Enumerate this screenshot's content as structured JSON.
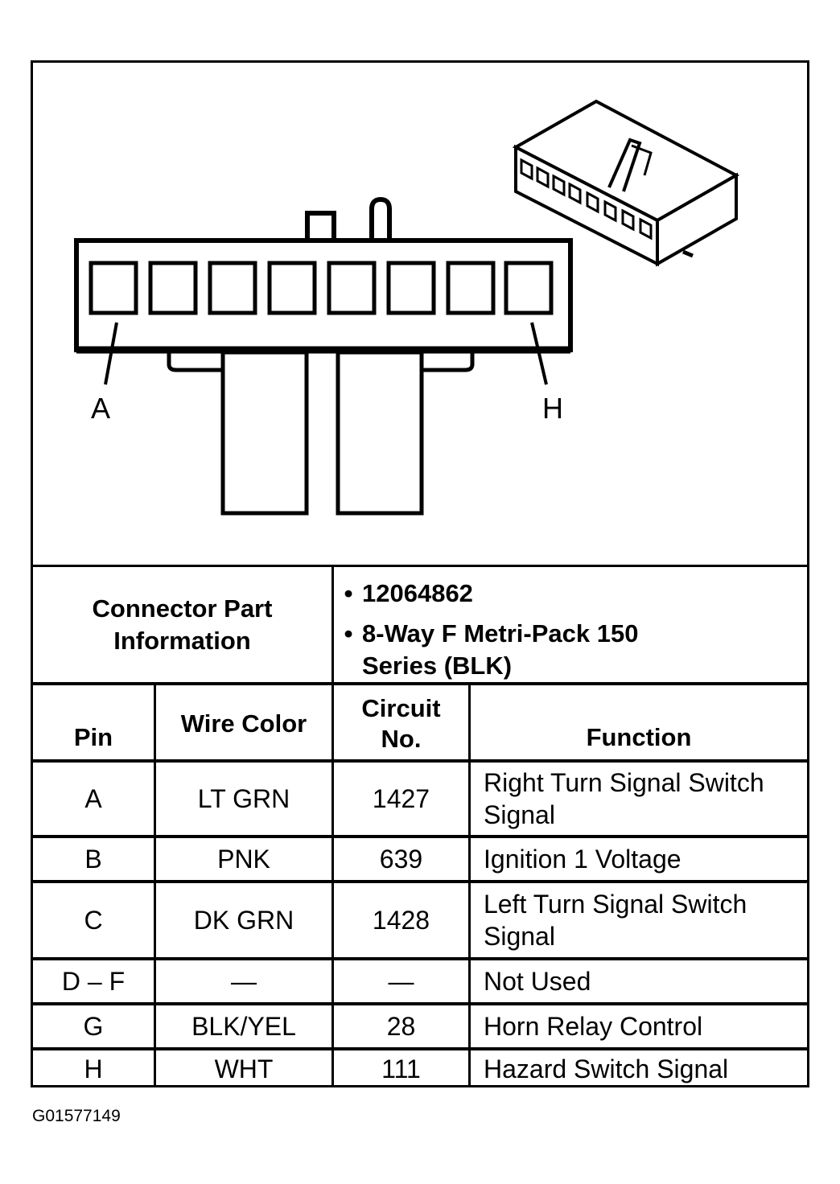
{
  "diagram": {
    "pin_labels": [
      "A",
      "H"
    ],
    "cavity_count": 8
  },
  "part_info": {
    "label": "Connector Part Information",
    "items": [
      "12064862",
      "8-Way F Metri-Pack 150 Series (BLK)"
    ]
  },
  "table": {
    "headers": {
      "pin": "Pin",
      "wire_color": "Wire Color",
      "circuit_no": "Circuit No.",
      "function": "Function"
    },
    "rows": [
      {
        "pin": "A",
        "wire_color": "LT GRN",
        "circuit_no": "1427",
        "function": "Right Turn Signal Switch Signal"
      },
      {
        "pin": "B",
        "wire_color": "PNK",
        "circuit_no": "639",
        "function": "Ignition 1 Voltage"
      },
      {
        "pin": "C",
        "wire_color": "DK GRN",
        "circuit_no": "1428",
        "function": "Left Turn Signal Switch Signal"
      },
      {
        "pin": "D – F",
        "wire_color": "—",
        "circuit_no": "—",
        "function": "Not Used"
      },
      {
        "pin": "G",
        "wire_color": "BLK/YEL",
        "circuit_no": "28",
        "function": "Horn Relay Control"
      },
      {
        "pin": "H",
        "wire_color": "WHT",
        "circuit_no": "111",
        "function": "Hazard Switch Signal"
      }
    ]
  },
  "figure_id": "G01577149"
}
